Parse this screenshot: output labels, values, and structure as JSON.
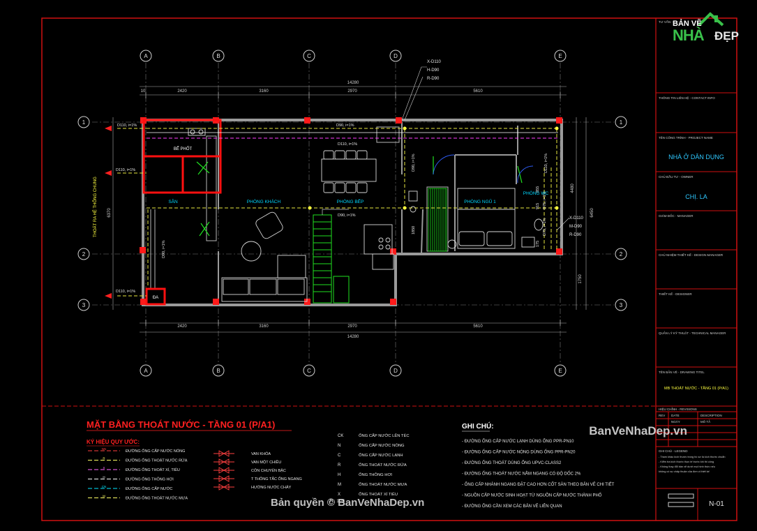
{
  "axes_top": [
    "A",
    "B",
    "C",
    "D",
    "E"
  ],
  "axes_side": [
    "1",
    "2",
    "3"
  ],
  "dims_top": [
    "10",
    "2420",
    "3160",
    "2970",
    "5610"
  ],
  "dim_total": "14280",
  "dims_bottom": [
    "2420",
    "3160",
    "2970",
    "5610"
  ],
  "dims_left": [
    "6370"
  ],
  "dims_right": [
    "4480",
    "6450",
    "1750"
  ],
  "left_vertical_label": "THOÁT RA HỆ THỐNG CHUNG",
  "rooms": {
    "san": "SÂN",
    "phong_khach": "PHÒNG KHÁCH",
    "phong_bep": "PHÒNG BẾP",
    "phong_ngu": "PHÒNG NGỦ 1",
    "phong_wc": "PHÒNG WC",
    "be_phot": "BỂ PHỐT",
    "da": "ĐA"
  },
  "pipe_labels": {
    "d110_top": "D110, i=1%",
    "d90_top": "D90, i=1%",
    "d110_mid": "D110, i=1%",
    "d110_left": "D110, i=1%",
    "d110_bottom": "D110, i=1%",
    "d90_left_vert": "D90, i=1%",
    "d90_stair": "D90, i=1%",
    "d90_kitchen": "D90, i=1%",
    "d110_right": "D110, i=1%",
    "d75_right": "D75, i=1%",
    "d75_right2": "D75, i=1%",
    "dim_1850": "1850",
    "dim_855": "855",
    "dim_915": "915",
    "dim_175": "175"
  },
  "callouts": {
    "top": [
      "X-D110",
      "H-D90",
      "R-D90"
    ],
    "right": [
      "X-D110",
      "M-D90",
      "R-D90"
    ]
  },
  "title_block": {
    "tu_van": "TƯ VẤN -",
    "contact": "THÔNG TIN LIÊN HỆ - CONTACT INFO",
    "project_label": "TÊN CÔNG TRÌNH - PROJECT NAME",
    "project": "NHÀ Ở DÂN DỤNG",
    "owner_label": "CHỦ ĐẦU TƯ - OWNER",
    "owner": "CHỊ. LA",
    "manager_label": "GIÁM ĐỐC - MANAGER",
    "design_manager_label": "CHỦ NHIỆM THIẾT KẾ - DESIGN MANAGER",
    "designer_label": "THIẾT KẾ - DESIGNER",
    "tech_manager_label": "QUẢN LÝ KỸ THUẬT - TECHNICAL MANAGER",
    "drawing_title_label": "TÊN BẢN VẼ - DRAWING TITEL",
    "drawing_title": "MB THOÁT NƯỚC - TẦNG 01 (P/A1)",
    "revision_label": "HIỆU CHỈNH - REVISIONS",
    "rev": "REV",
    "date": "DATE",
    "ngay": "NGÀY",
    "description": "DESCRIPTION",
    "mo_ta": "MÔ TẢ",
    "notes_label": "GHI CHÚ - LEGEND",
    "notes": [
      "- Tham khảo kích thước trong hồ sơ là kích thước chuẩn",
      "- Kiểm tra kích thước thực tế trước khi thi công",
      "- Không thay đổi bản vẽ dưới mọi hình thức nếu",
      "không có sự chấp thuận của đơn vị thiết kế"
    ],
    "sheet_no": "N-01"
  },
  "legend": {
    "title": "MẶT BẰNG THOÁT NƯỚC - TẦNG 01 (P/A1)",
    "symbols_title": "KÝ HIỆU QUY ƯỚC:",
    "lines": [
      {
        "tag": "NN",
        "label": "ĐƯỜNG ỐNG CẤP NƯỚC NÓNG",
        "color": "#ff4040"
      },
      {
        "tag": "R",
        "label": "ĐƯỜNG ỐNG THOÁT NƯỚC RỬA",
        "color": "#ffff66"
      },
      {
        "tag": "X",
        "label": "ĐƯỜNG ỐNG THOÁT XÍ, TIỂU",
        "color": "#ff66ff"
      },
      {
        "tag": "H",
        "label": "ĐƯỜNG ỐNG THÔNG HƠI",
        "color": "#ffffff"
      },
      {
        "tag": "CN",
        "label": "ĐƯỜNG ỐNG CẤP NƯỚC",
        "color": "#00e6ff"
      },
      {
        "tag": "M",
        "label": "ĐƯỜNG ỐNG THOÁT NƯỚC MƯA",
        "color": "#ffff66"
      }
    ],
    "valves": [
      "VAN KHÓA",
      "VAN MỘT CHIỀU",
      "CÔN CHUYỂN BẬC",
      "T THÔNG TẮC ỐNG NGANG",
      "HƯỚNG NƯỚC CHẢY"
    ],
    "codes": [
      {
        "code": "CK",
        "label": "ỐNG CẤP NƯỚC LÊN TÉC"
      },
      {
        "code": "N",
        "label": "ỐNG CẤP NƯỚC NÓNG"
      },
      {
        "code": "C",
        "label": "ỐNG CẤP NƯỚC LẠNH"
      },
      {
        "code": "R",
        "label": "ỐNG THOÁT NƯỚC RỬA"
      },
      {
        "code": "H",
        "label": "ỐNG THÔNG HƠI"
      },
      {
        "code": "M",
        "label": "ỐNG THOÁT NƯỚC MƯA"
      },
      {
        "code": "X",
        "label": "ỐNG THOÁT XÍ TIỂU"
      }
    ],
    "scale": "TL: 1/25"
  },
  "ghi_chu": {
    "title": "GHI CHÚ:",
    "items": [
      "- ĐƯỜNG ỐNG CẤP NƯỚC LẠNH DÙNG ỐNG PPR-PN10",
      "- ĐƯỜNG ỐNG CẤP NƯỚC NÓNG DÙNG ỐNG PPR-PN20",
      "- ĐƯỜNG ỐNG THOÁT DÙNG ỐNG UPVC-CLASS2",
      "- ĐƯỜNG ỐNG THOÁT NƯỚC NẰM NGANG CÓ ĐỘ DỐC 2%",
      "- ỐNG CẤP NHÁNH NGANG ĐẶT CAO HƠN CỐT SÀN THEO BẢN VẼ CHI TIẾT",
      "- NGUỒN CẤP NƯỚC SINH HOẠT TỪ NGUỒN CẤP NƯỚC THÀNH PHỐ",
      "- ĐƯỜNG ỐNG CẦN XEM CÁC BẢN VẼ LIÊN QUAN"
    ]
  },
  "watermark": "BanVeNhaDep.vn",
  "copyright": "Bản quyền © BanVeNhaDep.vn",
  "logo": {
    "top": "BẢN VẼ",
    "nha": "NHÀ",
    "dep": "ĐẸP"
  },
  "colors": {
    "border": "#d01010",
    "wall": "#a0a0a0",
    "pipe_yellow": "#e8e840",
    "pipe_magenta": "#ff40ff",
    "accent_red": "#ff1010",
    "cyan": "#00d8ff",
    "green": "#20e020"
  }
}
